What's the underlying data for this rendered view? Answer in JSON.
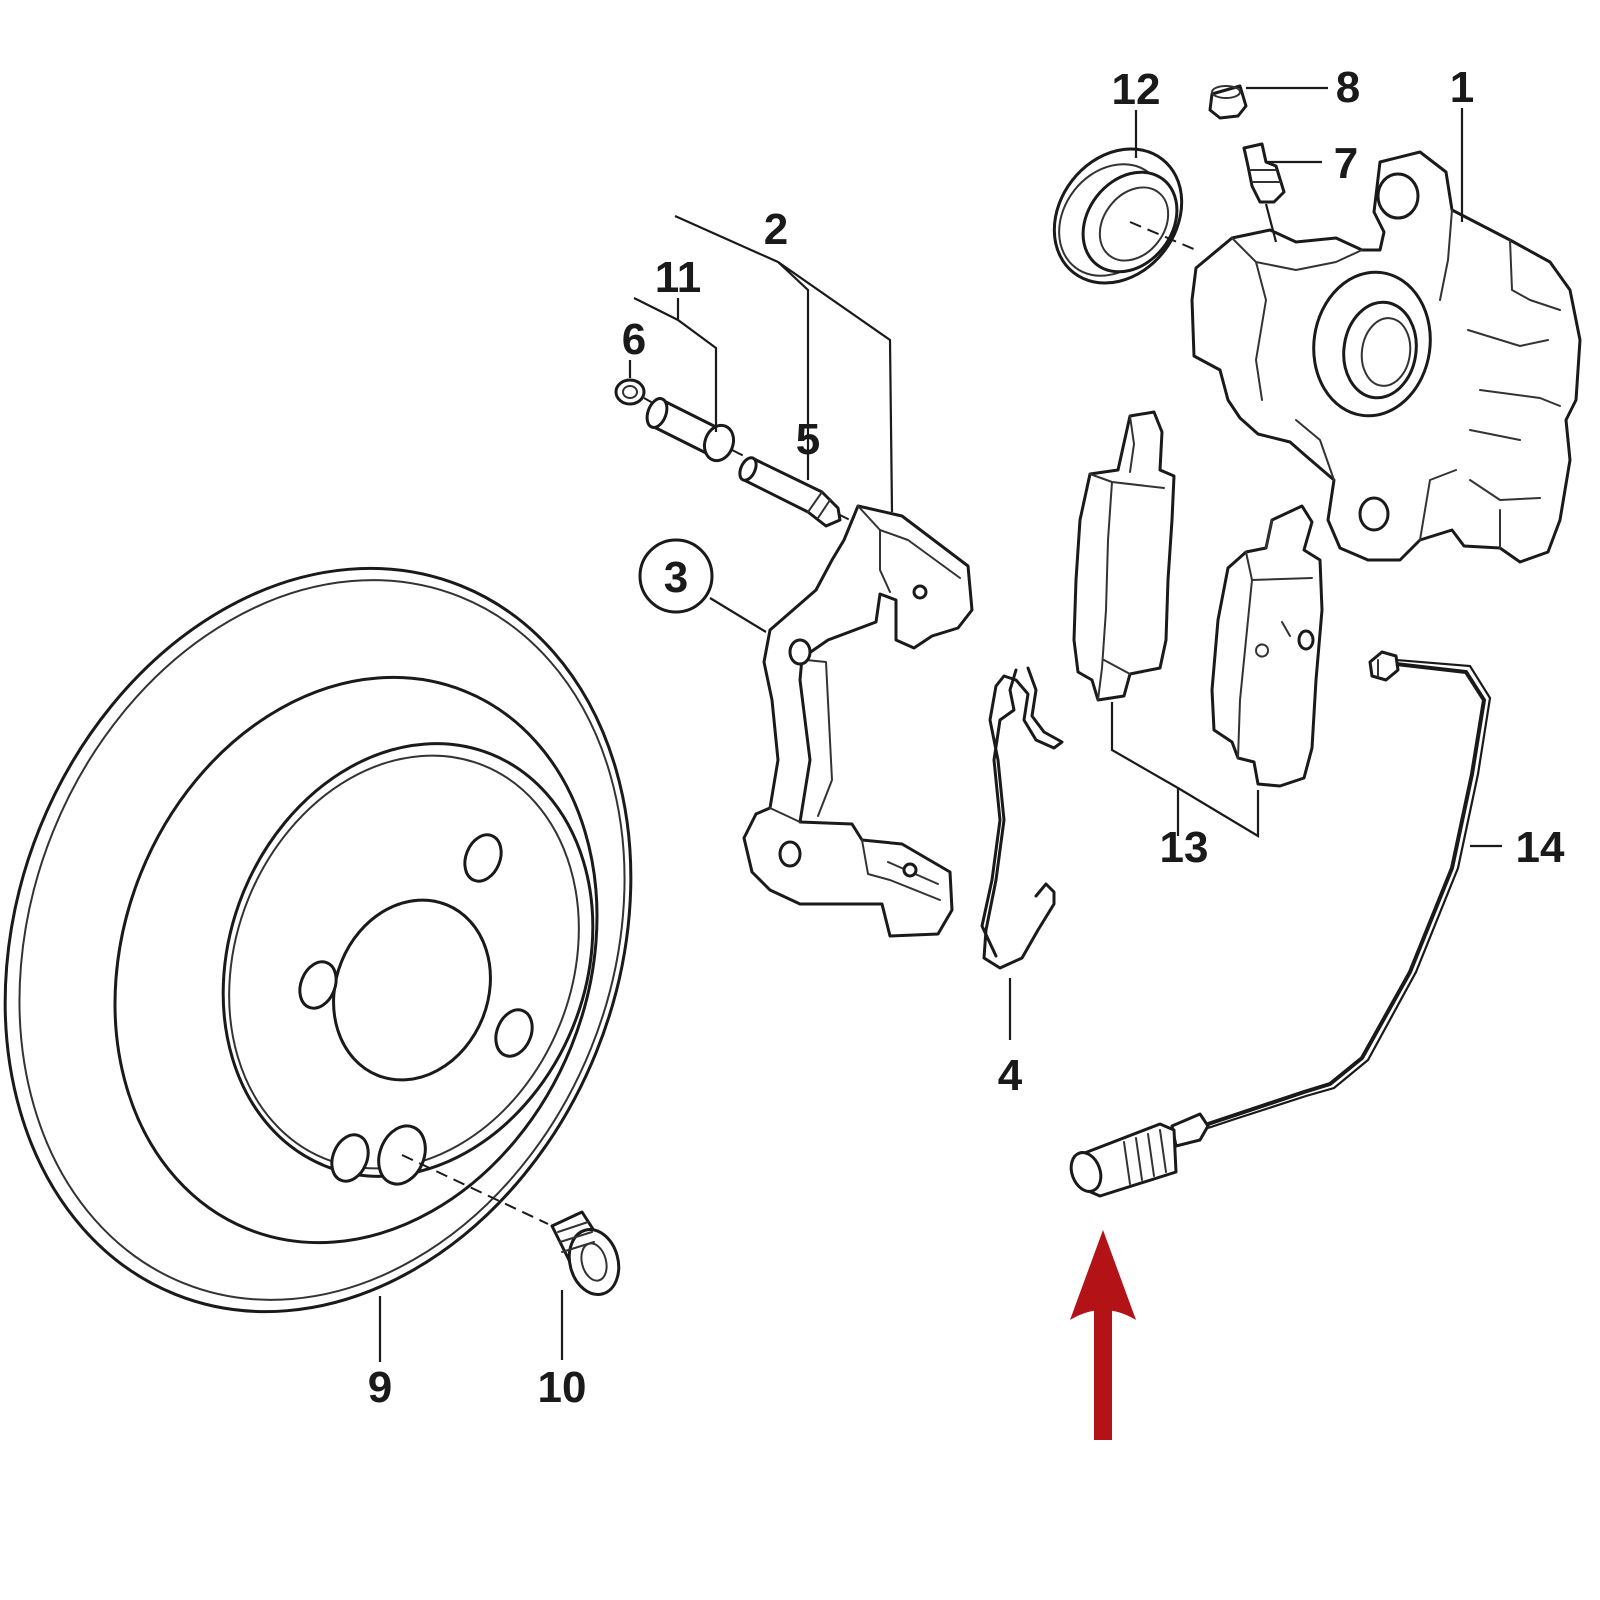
{
  "callouts": {
    "c1": "1",
    "c2": "2",
    "c3": "3",
    "c4": "4",
    "c5": "5",
    "c6": "6",
    "c7": "7",
    "c8": "8",
    "c9": "9",
    "c10": "10",
    "c11": "11",
    "c12": "12",
    "c13": "13",
    "c14": "14"
  },
  "colors": {
    "line_art": "#1a1a1a",
    "highlight_arrow": "#b31217",
    "background": "#ffffff"
  }
}
